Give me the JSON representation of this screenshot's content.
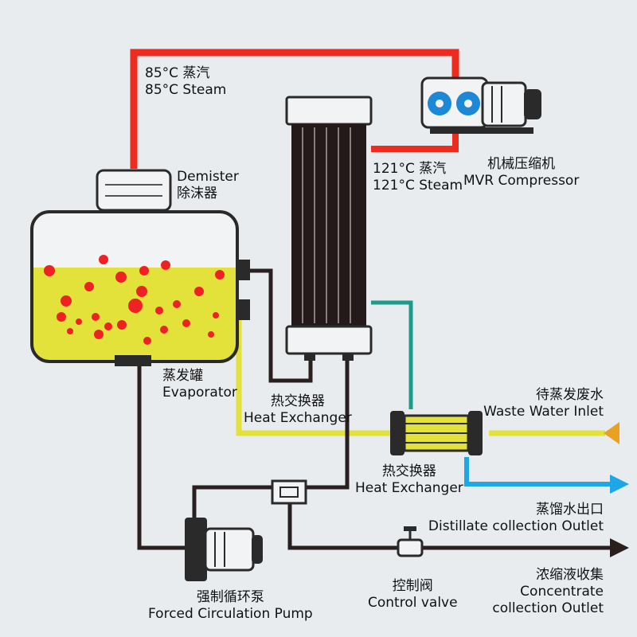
{
  "labels": {
    "steam85": {
      "zh": "85°C 蒸汽",
      "en": "85°C Steam"
    },
    "demister": {
      "en": "Demister",
      "zh": "除沫器"
    },
    "steam121": {
      "zh": "121°C 蒸汽",
      "en": "121°C Steam"
    },
    "compressor": {
      "zh": "机械压缩机",
      "en": "MVR Compressor"
    },
    "evaporator": {
      "zh": "蒸发罐",
      "en": "Evaporator"
    },
    "hx_main": {
      "zh": "热交换器",
      "en": "Heat Exchanger"
    },
    "hx_small": {
      "zh": "热交换器",
      "en": "Heat Exchanger"
    },
    "waste_inlet": {
      "zh": "待蒸发废水",
      "en": "Waste Water Inlet"
    },
    "distillate": {
      "zh": "蒸馏水出口",
      "en": "Distillate collection Outlet"
    },
    "pump": {
      "zh": "强制循环泵",
      "en": "Forced Circulation Pump"
    },
    "valve": {
      "zh": "控制阀",
      "en": "Control valve"
    },
    "concentrate": {
      "zh": "浓缩液收集",
      "en1": "Concentrate",
      "en2": "collection Outlet"
    }
  },
  "colors": {
    "steam": "#ee2b1f",
    "liquid": "#e2e23a",
    "distillate_line": "#1ea6e6",
    "teal_line": "#1c9a8a",
    "dark_line": "#2a1f1f",
    "inlet_arrow": "#e7a21f",
    "bubble": "#ee2222"
  },
  "icons": [
    "gear-icon",
    "inlet-arrow-icon",
    "distillate-arrow-icon",
    "concentrate-arrow-icon"
  ]
}
